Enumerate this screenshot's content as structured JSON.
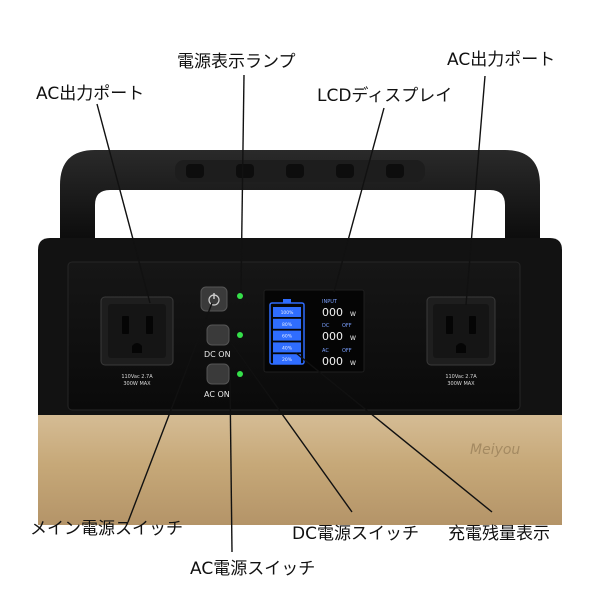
{
  "callouts": {
    "ac_port_left": "AC出力ポート",
    "power_lamp": "電源表示ランプ",
    "lcd_display": "LCDディスプレイ",
    "ac_port_right": "AC出力ポート",
    "main_switch": "メイン電源スイッチ",
    "dc_switch": "DC電源スイッチ",
    "charge_level": "充電残量表示",
    "ac_switch": "AC電源スイッチ"
  },
  "device": {
    "left_outlet_rating_line1": "110Vac 2.7A",
    "left_outlet_rating_line2": "300W MAX",
    "right_outlet_rating_line1": "110Vac 2.7A",
    "right_outlet_rating_line2": "300W MAX",
    "dc_button_label": "DC ON",
    "ac_button_label": "AC ON",
    "brand": "Meiyou",
    "lcd": {
      "battery_levels": [
        "100%",
        "80%",
        "60%",
        "40%",
        "20%"
      ],
      "input_label": "INPUT",
      "dc_label": "DC",
      "ac_label": "AC",
      "off_label": "OFF",
      "readout": "000",
      "unit": "W"
    }
  },
  "colors": {
    "body_black": "#121212",
    "gold_base": "#c8aa7a",
    "led_green": "#35e04a",
    "lcd_blue": "#2f6dff"
  }
}
